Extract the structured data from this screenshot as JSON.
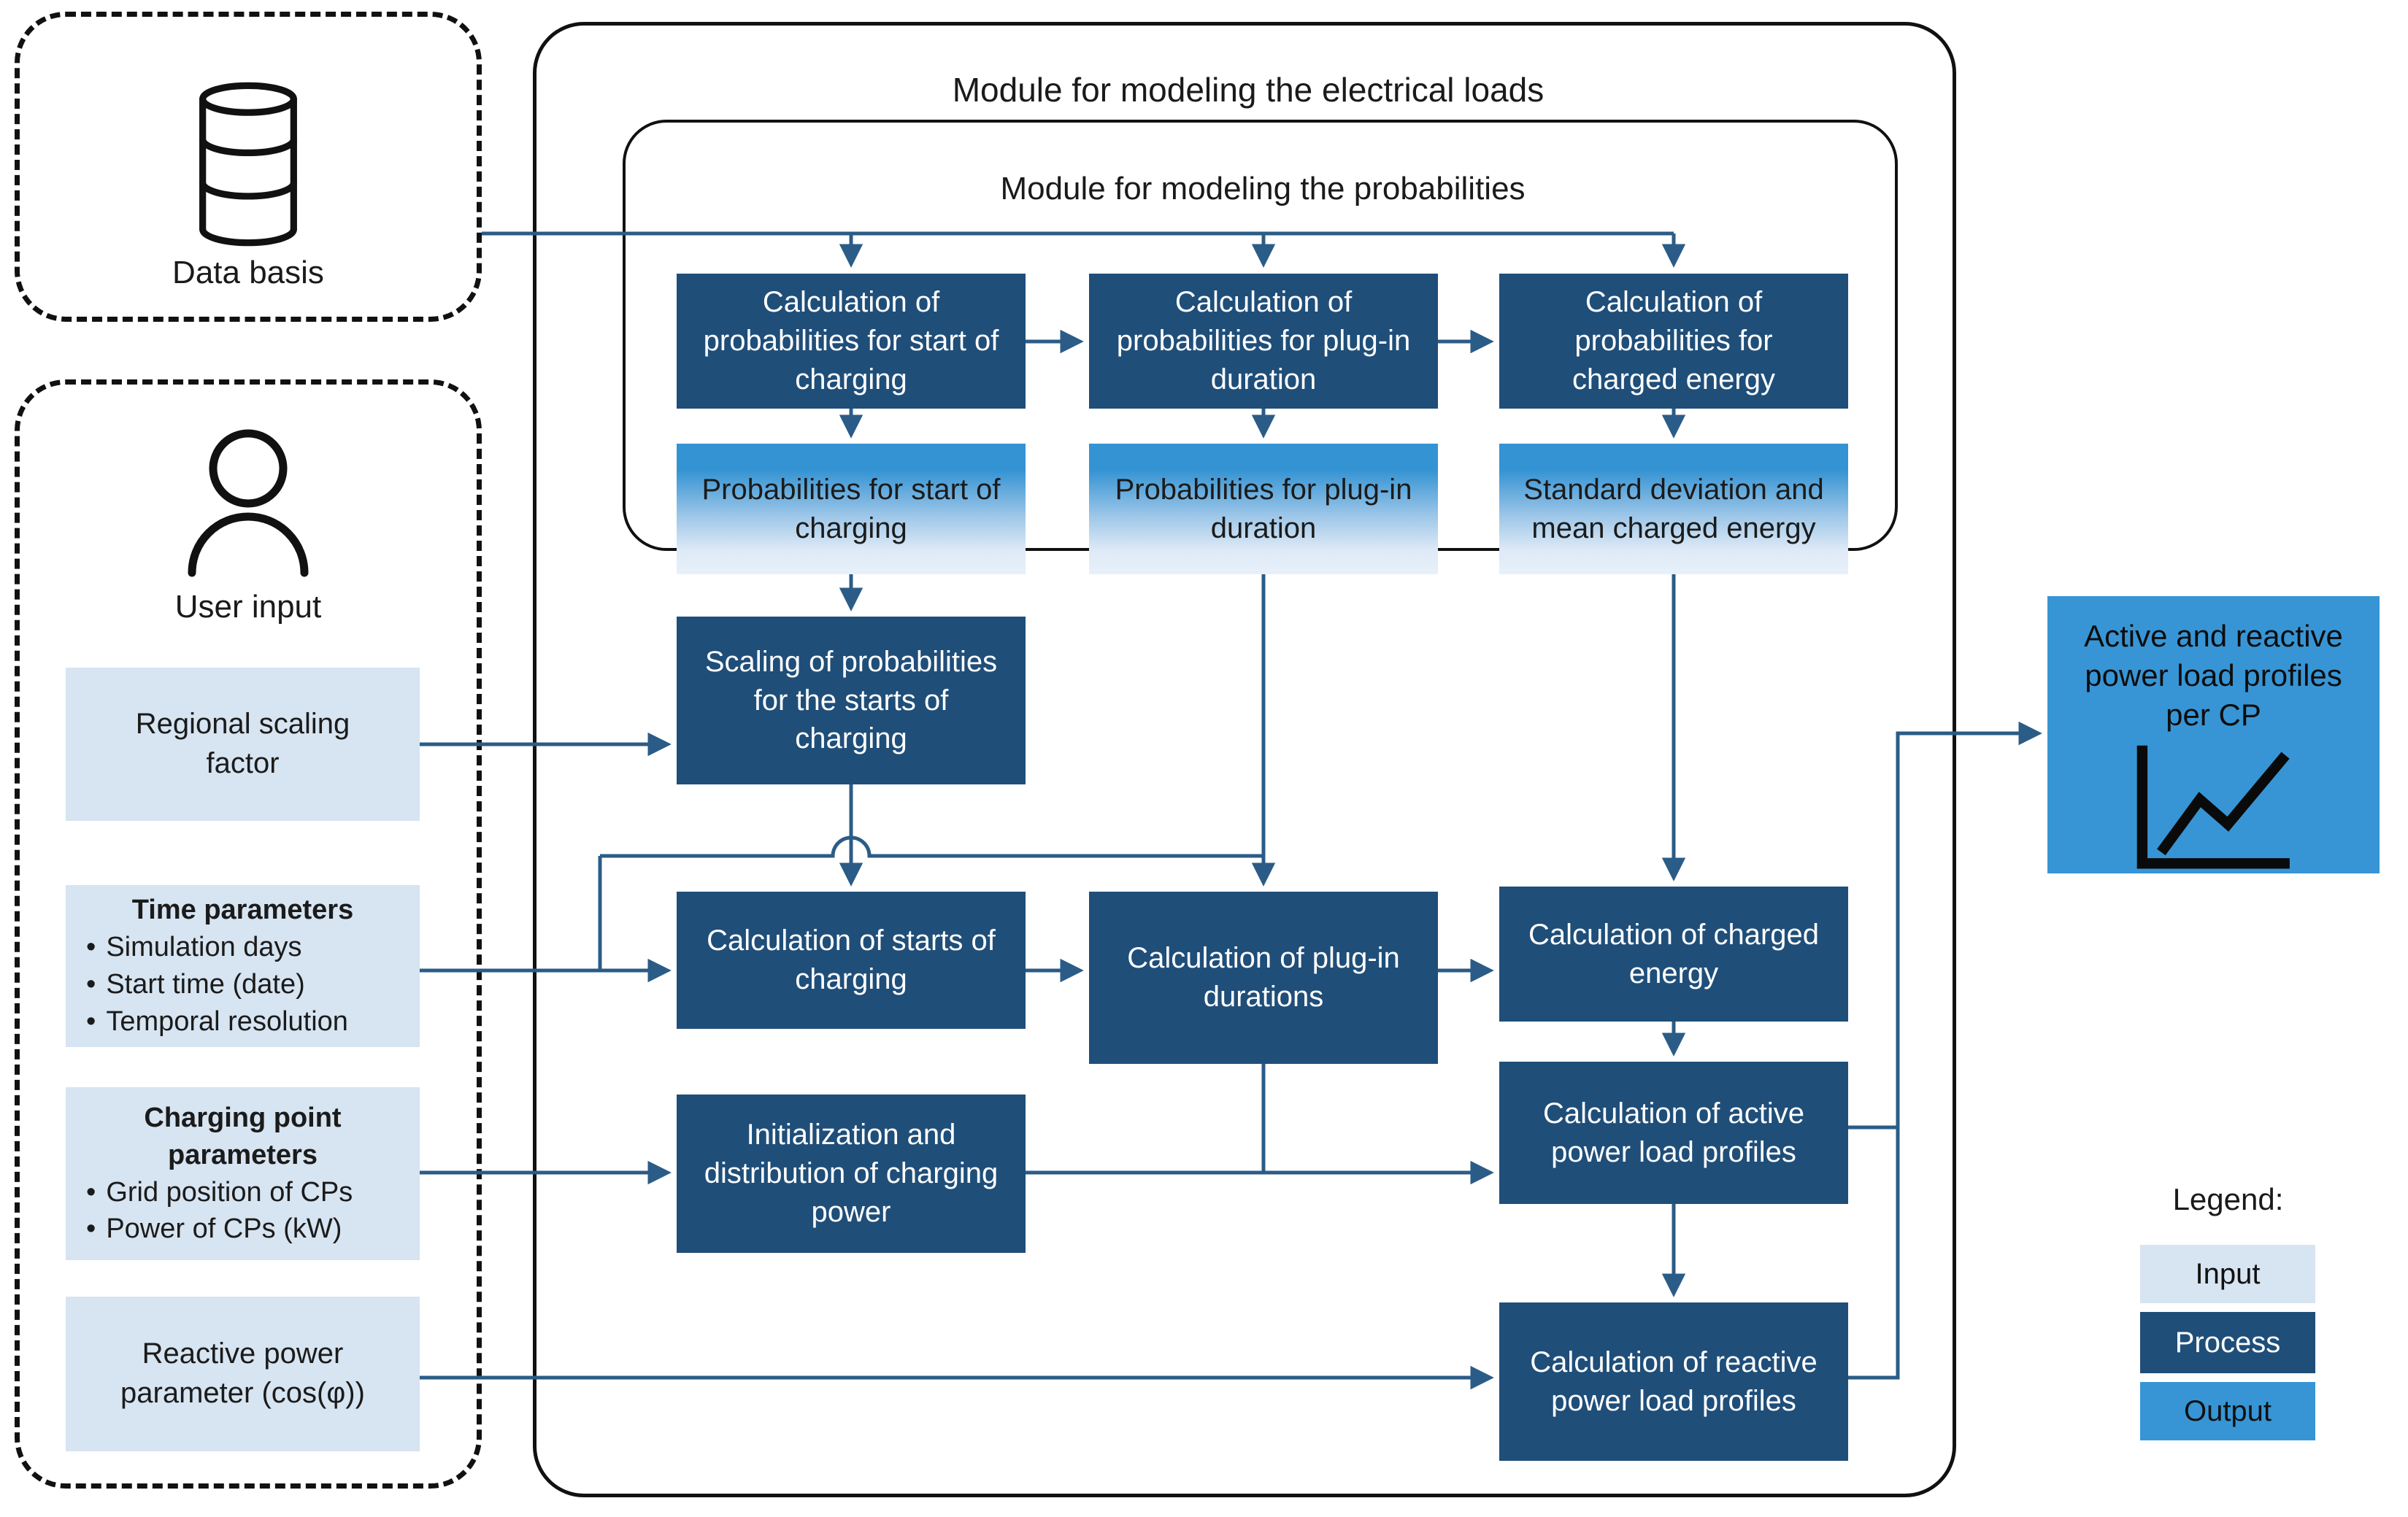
{
  "diagram": {
    "outer_module_title": "Module for modeling the electrical loads",
    "inner_module_title": "Module for modeling the probabilities"
  },
  "sources": {
    "data_basis_label": "Data basis",
    "user_input_label": "User input"
  },
  "inputs": {
    "regional_scaling": {
      "line1": "Regional scaling",
      "line2": "factor"
    },
    "time_parameters": {
      "title": "Time parameters",
      "bullets": [
        "Simulation days",
        "Start time (date)",
        "Temporal resolution"
      ]
    },
    "charging_point": {
      "title": "Charging point parameters",
      "bullets": [
        "Grid position of CPs",
        "Power of CPs (kW)"
      ]
    },
    "reactive_power": {
      "line1": "Reactive power",
      "line2": "parameter (cos(φ))"
    }
  },
  "processes": {
    "calc_prob_start": "Calculation of probabilities for start of charging",
    "calc_prob_plugin": "Calculation of probabilities for plug-in duration",
    "calc_prob_energy": "Calculation of probabilities for charged energy",
    "scaling_prob_starts": "Scaling of probabilities for the starts of charging",
    "calc_starts": "Calculation of starts of charging",
    "calc_plugin_durations": "Calculation of plug-in durations",
    "calc_charged_energy": "Calculation of charged energy",
    "init_distribution": "Initialization and distribution of charging power",
    "calc_active_profiles": "Calculation of active power load profiles",
    "calc_reactive_profiles": "Calculation of reactive power load profiles"
  },
  "intermediates": {
    "prob_start": "Probabilities for start of charging",
    "prob_plugin": "Probabilities for plug-in duration",
    "std_mean_energy": "Standard deviation and mean charged energy"
  },
  "output": {
    "label": "Active and reactive power load profiles per CP"
  },
  "legend": {
    "title": "Legend:",
    "input": "Input",
    "process": "Process",
    "output": "Output"
  },
  "colors": {
    "process": "#1f4e79",
    "input": "#d7e4f1",
    "output": "#3795d5",
    "connector": "#2b5c87",
    "gradient_top": "#3493d3",
    "gradient_bottom": "#e7f0fa",
    "border": "#111111"
  }
}
